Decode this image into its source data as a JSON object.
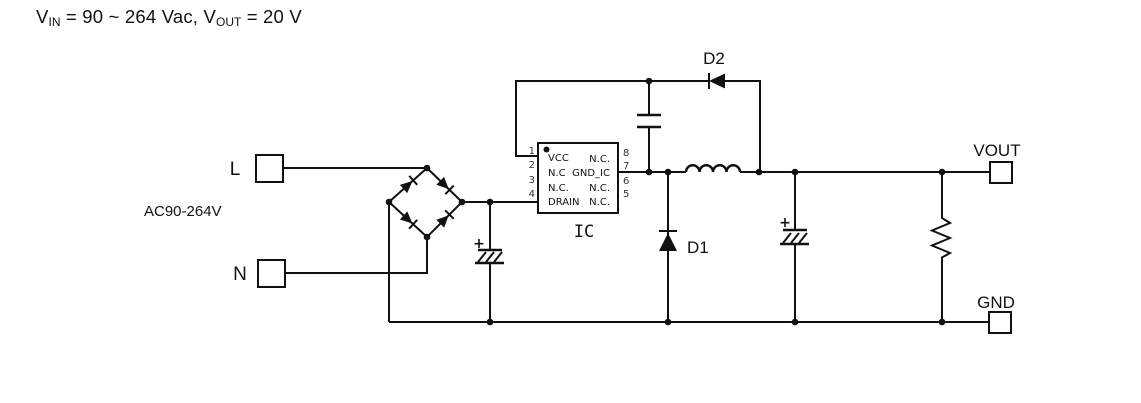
{
  "colors": {
    "line": "#111111",
    "pin_number": "#333333",
    "background": "#ffffff"
  },
  "title": {
    "prefix": "V",
    "sub_in": "IN",
    "middle": " = 90 ~ 264 Vac, V",
    "sub_out": "OUT",
    "suffix": " = 20 V"
  },
  "input": {
    "line_label": "L",
    "neutral_label": "N",
    "range_label": "AC90-264V"
  },
  "ic": {
    "label": "IC",
    "pins_left": [
      {
        "num": "1",
        "name": "VCC"
      },
      {
        "num": "2",
        "name": "N.C"
      },
      {
        "num": "3",
        "name": "N.C."
      },
      {
        "num": "4",
        "name": "DRAIN"
      }
    ],
    "pins_right": [
      {
        "num": "8",
        "name": "N.C."
      },
      {
        "num": "7",
        "name": "GND_IC"
      },
      {
        "num": "6",
        "name": "N.C."
      },
      {
        "num": "5",
        "name": "N.C."
      }
    ]
  },
  "diodes": {
    "d1": "D1",
    "d2": "D2"
  },
  "output": {
    "vout_label": "VOUT",
    "gnd_label": "GND"
  },
  "polarity_plus": "+"
}
